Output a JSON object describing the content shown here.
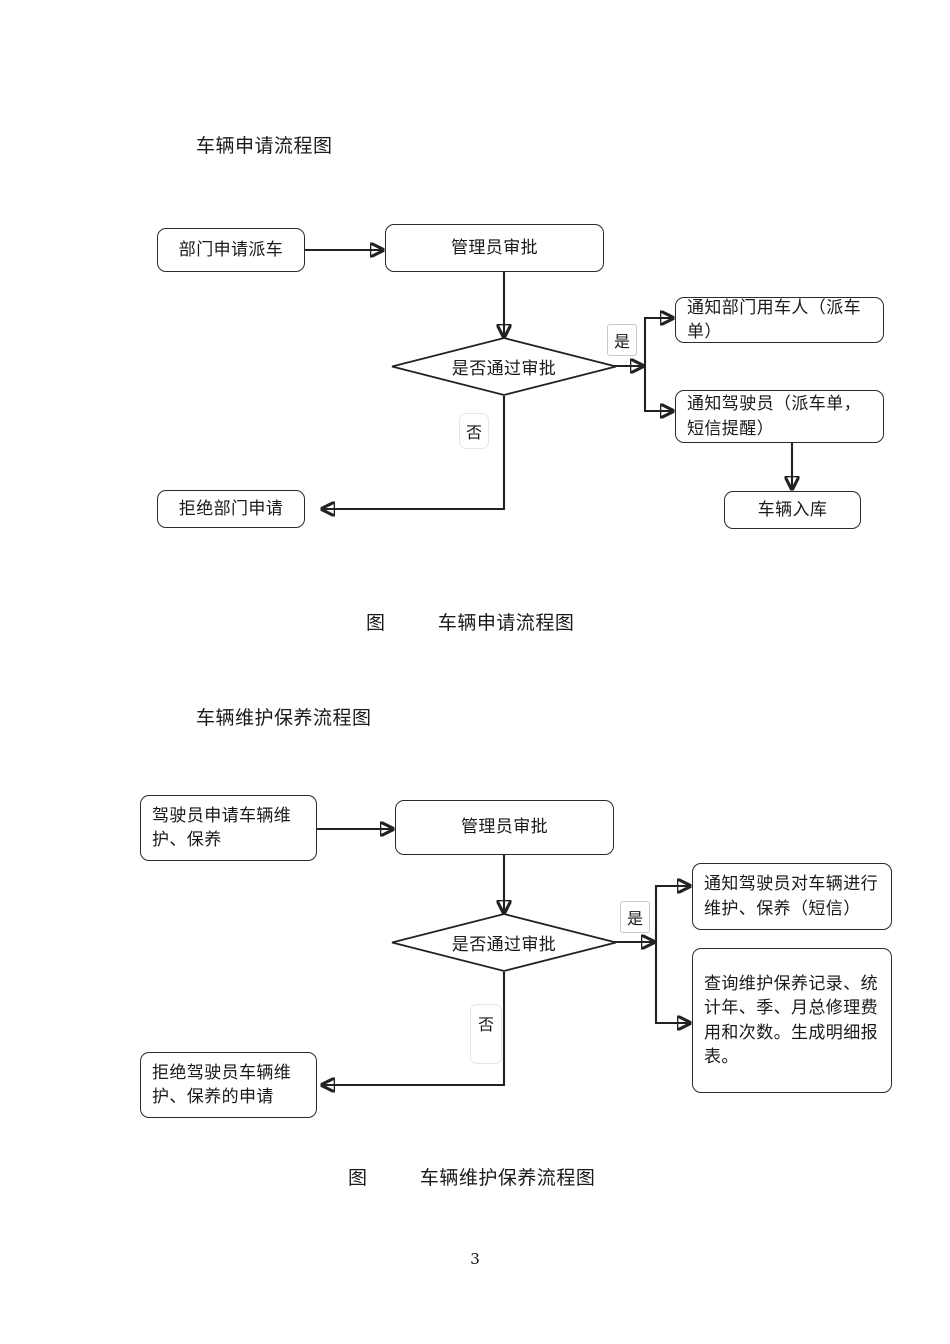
{
  "document": {
    "page_number": "3"
  },
  "sections": [
    {
      "heading": "车辆申请流程图",
      "caption": "图        车辆申请流程图",
      "nodes": {
        "start": "部门申请派车",
        "approve": "管理员审批",
        "decision": "是否通过审批",
        "yes_label": "是",
        "no_label": "否",
        "notify_user": "通知部门用车人（派车单）",
        "notify_driver": "通知驾驶员（派车单，短信提醒）",
        "vehicle_in": "车辆入库",
        "reject": "拒绝部门申请"
      }
    },
    {
      "heading": "车辆维护保养流程图",
      "caption": "图        车辆维护保养流程图",
      "nodes": {
        "start": "驾驶员申请车辆维护、保养",
        "approve": "管理员审批",
        "decision": "是否通过审批",
        "yes_label": "是",
        "no_label": "否",
        "notify_driver": "通知驾驶员对车辆进行维护、保养（短信）",
        "query_report": "查询维护保养记录、统计年、季、月总修理费用和次数。生成明细报表。",
        "reject": "拒绝驾驶员车辆维护、保养的申请"
      }
    }
  ],
  "colors": {
    "stroke": "#222222",
    "text": "#1a1a1a",
    "label_border": "#c9c9c9",
    "label_border_faint": "#e6e6e6",
    "background": "#ffffff"
  }
}
